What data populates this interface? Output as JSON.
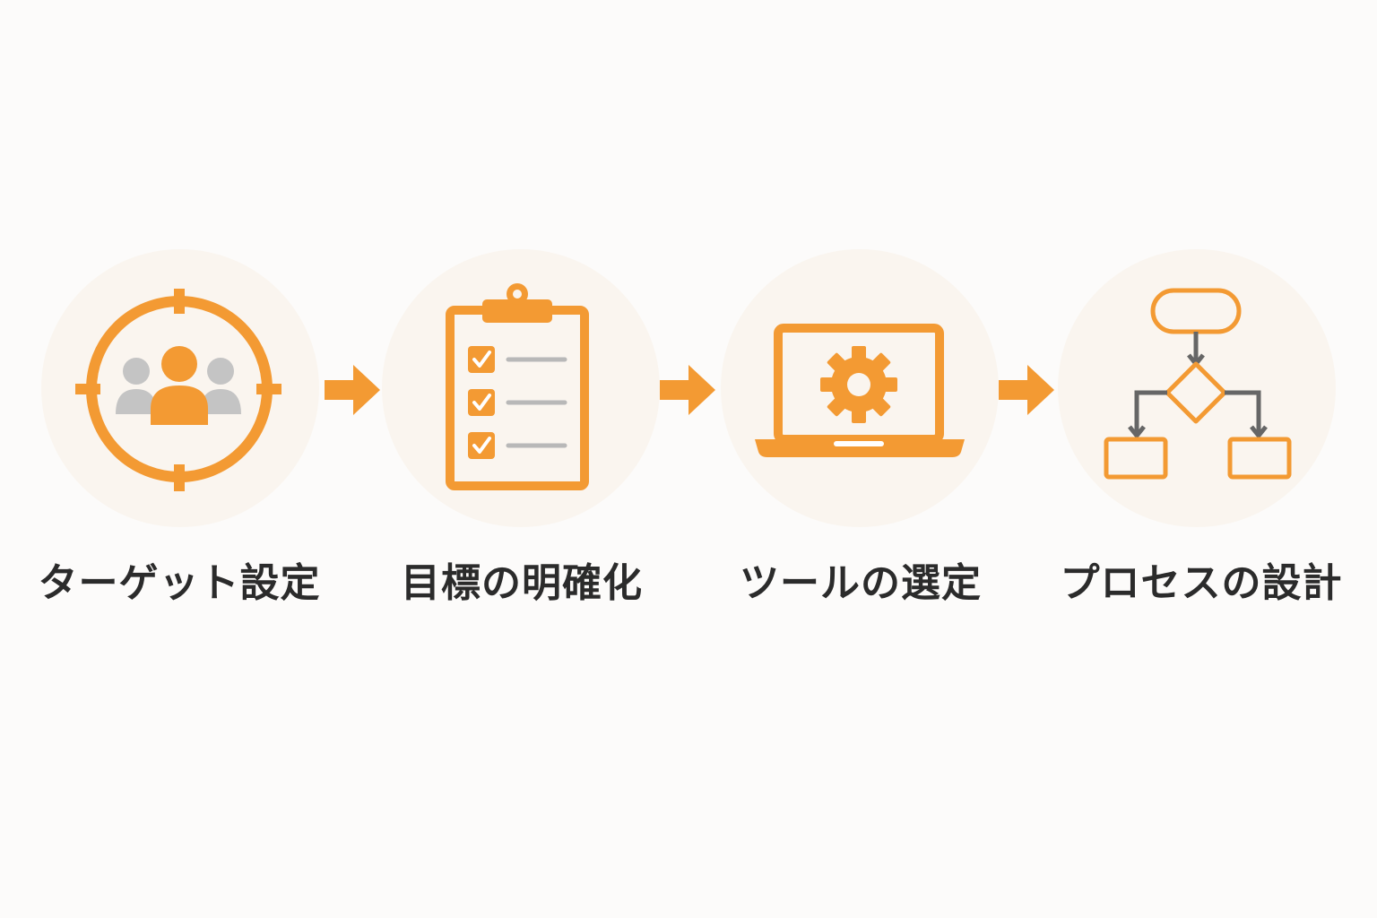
{
  "colors": {
    "accent": "#f39a33",
    "circle_bg": "#faf5ef",
    "gray": "#c4c4c4",
    "flow_arrow": "#666666",
    "text": "#2b2b2b"
  },
  "steps": [
    {
      "label": "ターゲット設定",
      "icon": "target-audience-icon"
    },
    {
      "label": "目標の明確化",
      "icon": "clipboard-checklist-icon"
    },
    {
      "label": "ツールの選定",
      "icon": "laptop-gear-icon"
    },
    {
      "label": "プロセスの設計",
      "icon": "flowchart-icon"
    }
  ]
}
